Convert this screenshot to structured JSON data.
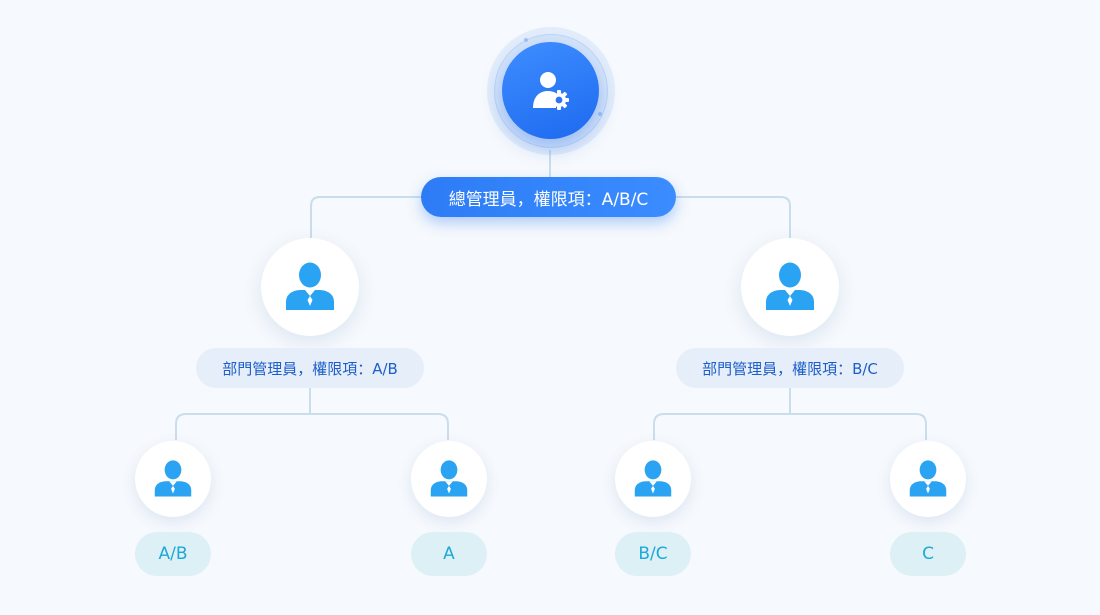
{
  "colors": {
    "accent": "#2d7cf6",
    "line": "#c9ddec",
    "person": "#2aa3f2",
    "leaf_text": "#1ea8d6"
  },
  "root": {
    "icon": "user-gear-icon",
    "label": "總管理員，權限項：A/B/C"
  },
  "departments": [
    {
      "icon": "person-icon",
      "label": "部門管理員，權限項：A/B",
      "members": [
        {
          "icon": "person-icon",
          "label": "A/B"
        },
        {
          "icon": "person-icon",
          "label": "A"
        }
      ]
    },
    {
      "icon": "person-icon",
      "label": "部門管理員，權限項：B/C",
      "members": [
        {
          "icon": "person-icon",
          "label": "B/C"
        },
        {
          "icon": "person-icon",
          "label": "C"
        }
      ]
    }
  ]
}
